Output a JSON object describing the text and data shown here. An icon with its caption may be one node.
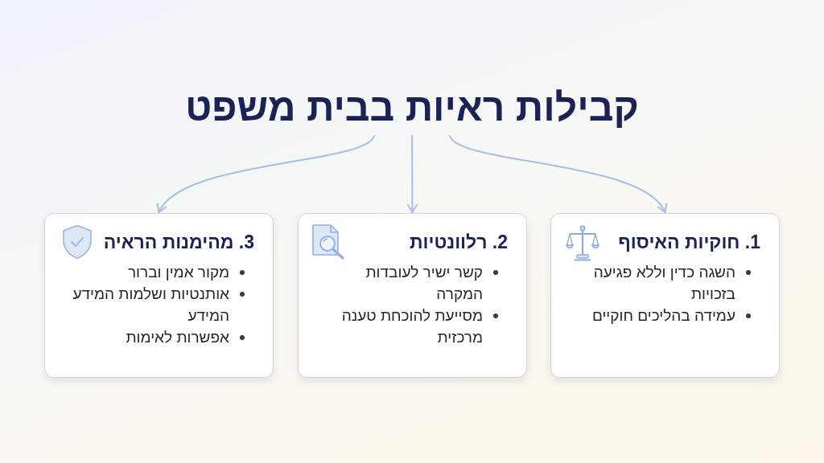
{
  "diagram": {
    "nodes": [
      {
        "text": [
          "קבילות ראיות בבית משפט"
        ]
      },
      {
        "text": [
          "1. חוקיות האיסוף",
          "השגה כדין וללא פגיעה בזכויות",
          "עמידה בהליכים חוקיים"
        ]
      },
      {
        "text": [
          "2. רלוונטיות",
          "קשר ישיר לעובדות המקרה",
          "מסייעת להוכחת טענה מרכזית"
        ]
      },
      {
        "text": [
          "3. מהימנות הראיה",
          "מקור אמין וברור",
          "אותנטיות ושלמות המידע המידע",
          "אפשרות לאימות"
        ]
      }
    ],
    "edges": [
      {
        "from": 0,
        "to": 1,
        "arrow": "to"
      },
      {
        "from": 0,
        "to": 2,
        "arrow": "to"
      },
      {
        "from": 0,
        "to": 3,
        "arrow": "to"
      }
    ]
  }
}
